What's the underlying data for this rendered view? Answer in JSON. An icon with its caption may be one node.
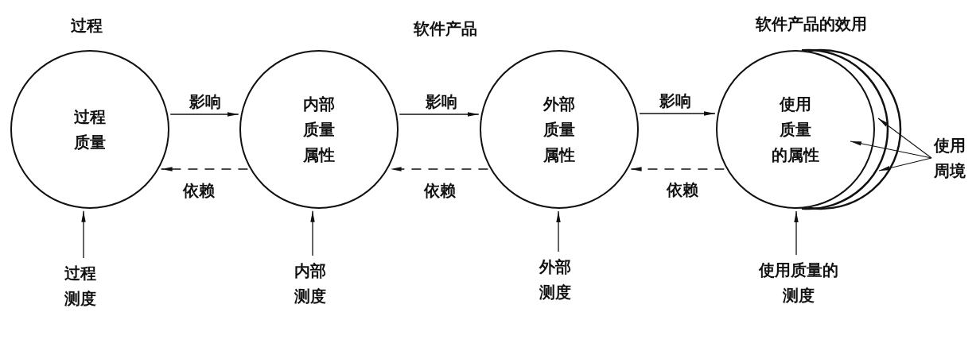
{
  "diagram": {
    "nodes": [
      {
        "text": [
          "过程质量"
        ]
      },
      {
        "text": [
          "内部质量属性"
        ]
      },
      {
        "text": [
          "外部质量属性"
        ]
      },
      {
        "text": [
          "使用质量的属性"
        ]
      },
      {
        "text": [],
        "shape": "crescent"
      },
      {
        "text": [],
        "shape": "crescent"
      },
      {
        "text": [
          "使用周境"
        ]
      },
      {
        "text": [
          "过程测度"
        ]
      },
      {
        "text": [
          "内部测度"
        ]
      },
      {
        "text": [
          "外部测度"
        ]
      },
      {
        "text": [
          "使用质量的测度"
        ]
      }
    ],
    "edges": [
      {
        "from": 0,
        "to": 1,
        "arrow": "to",
        "label": "影响"
      },
      {
        "from": 1,
        "to": 0,
        "arrow": "to",
        "label": "依赖",
        "style": "dashed"
      },
      {
        "from": 1,
        "to": 2,
        "arrow": "to",
        "label": "影响"
      },
      {
        "from": 2,
        "to": 1,
        "arrow": "to",
        "label": "依赖",
        "style": "dashed"
      },
      {
        "from": 2,
        "to": 3,
        "arrow": "to",
        "label": "影响"
      },
      {
        "from": 3,
        "to": 2,
        "arrow": "to",
        "label": "依赖",
        "style": "dashed"
      },
      {
        "from": 7,
        "to": 0,
        "arrow": "to"
      },
      {
        "from": 8,
        "to": 1,
        "arrow": "to"
      },
      {
        "from": 9,
        "to": 2,
        "arrow": "to"
      },
      {
        "from": 10,
        "to": 3,
        "arrow": "to"
      },
      {
        "from": 6,
        "to": 4,
        "arrow": "to"
      },
      {
        "from": 6,
        "to": 3,
        "arrow": "to"
      },
      {
        "from": 6,
        "to": 5,
        "arrow": "to"
      }
    ],
    "labels": [
      "过程",
      "软件产品",
      "软件产品的效用"
    ]
  }
}
